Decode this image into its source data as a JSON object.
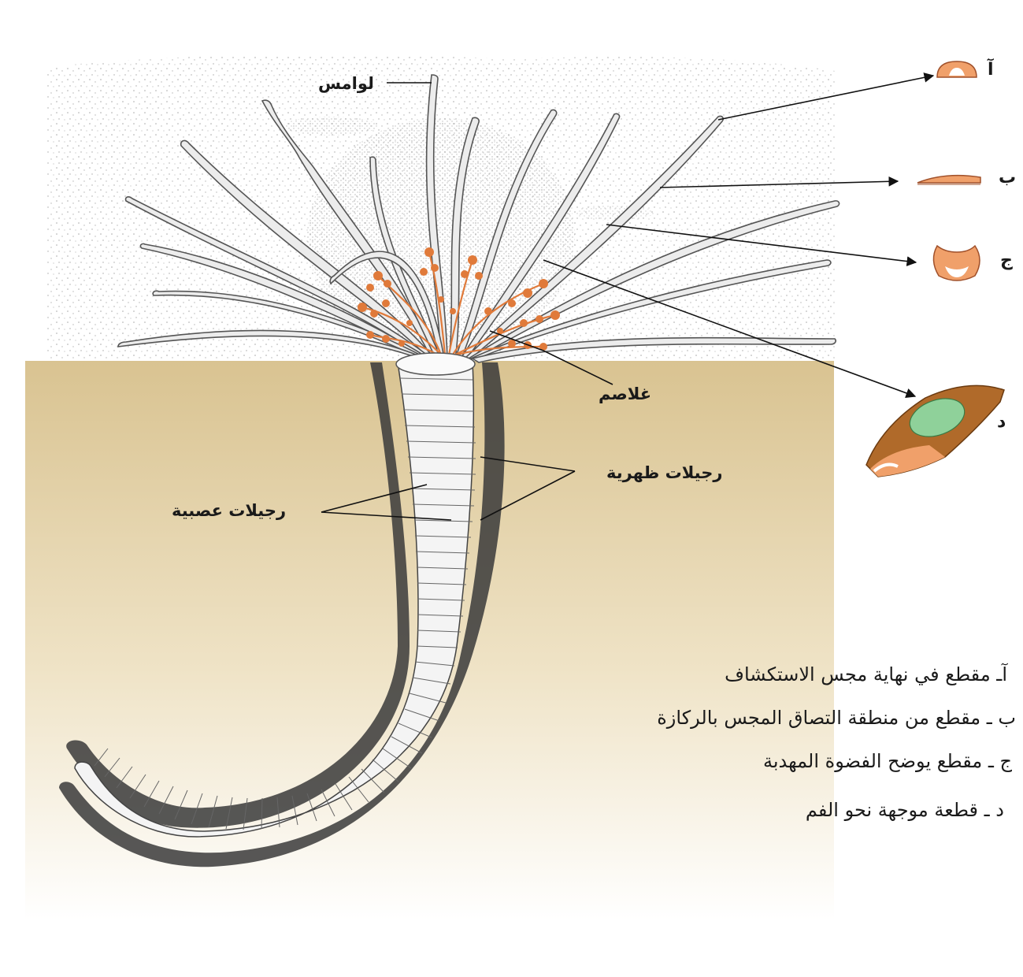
{
  "labels": {
    "tentacles": "لوامس",
    "gills": "غلاصم",
    "dorsal_cirri": "رجيلات ظهرية",
    "neural_cirri": "رجيلات عصبية"
  },
  "section_letters": {
    "a": "آ",
    "b": "ب",
    "c": "ج",
    "d": "د"
  },
  "captions": [
    "آـ مقطع في نهاية مجس الاستكشاف",
    "ب ـ مقطع من منطقة التصاق المجس بالركازة",
    "ج ـ مقطع يوضح الفضوة المهدبة",
    "د ـ قطعة موجهة نحو الفم"
  ],
  "colors": {
    "sediment_top": "#d9c391",
    "gill_orange": "#e07a3a",
    "section_fill": "#f0a06a",
    "tentacle_fill": "#ececec",
    "green_groove": "#8fd19a"
  }
}
